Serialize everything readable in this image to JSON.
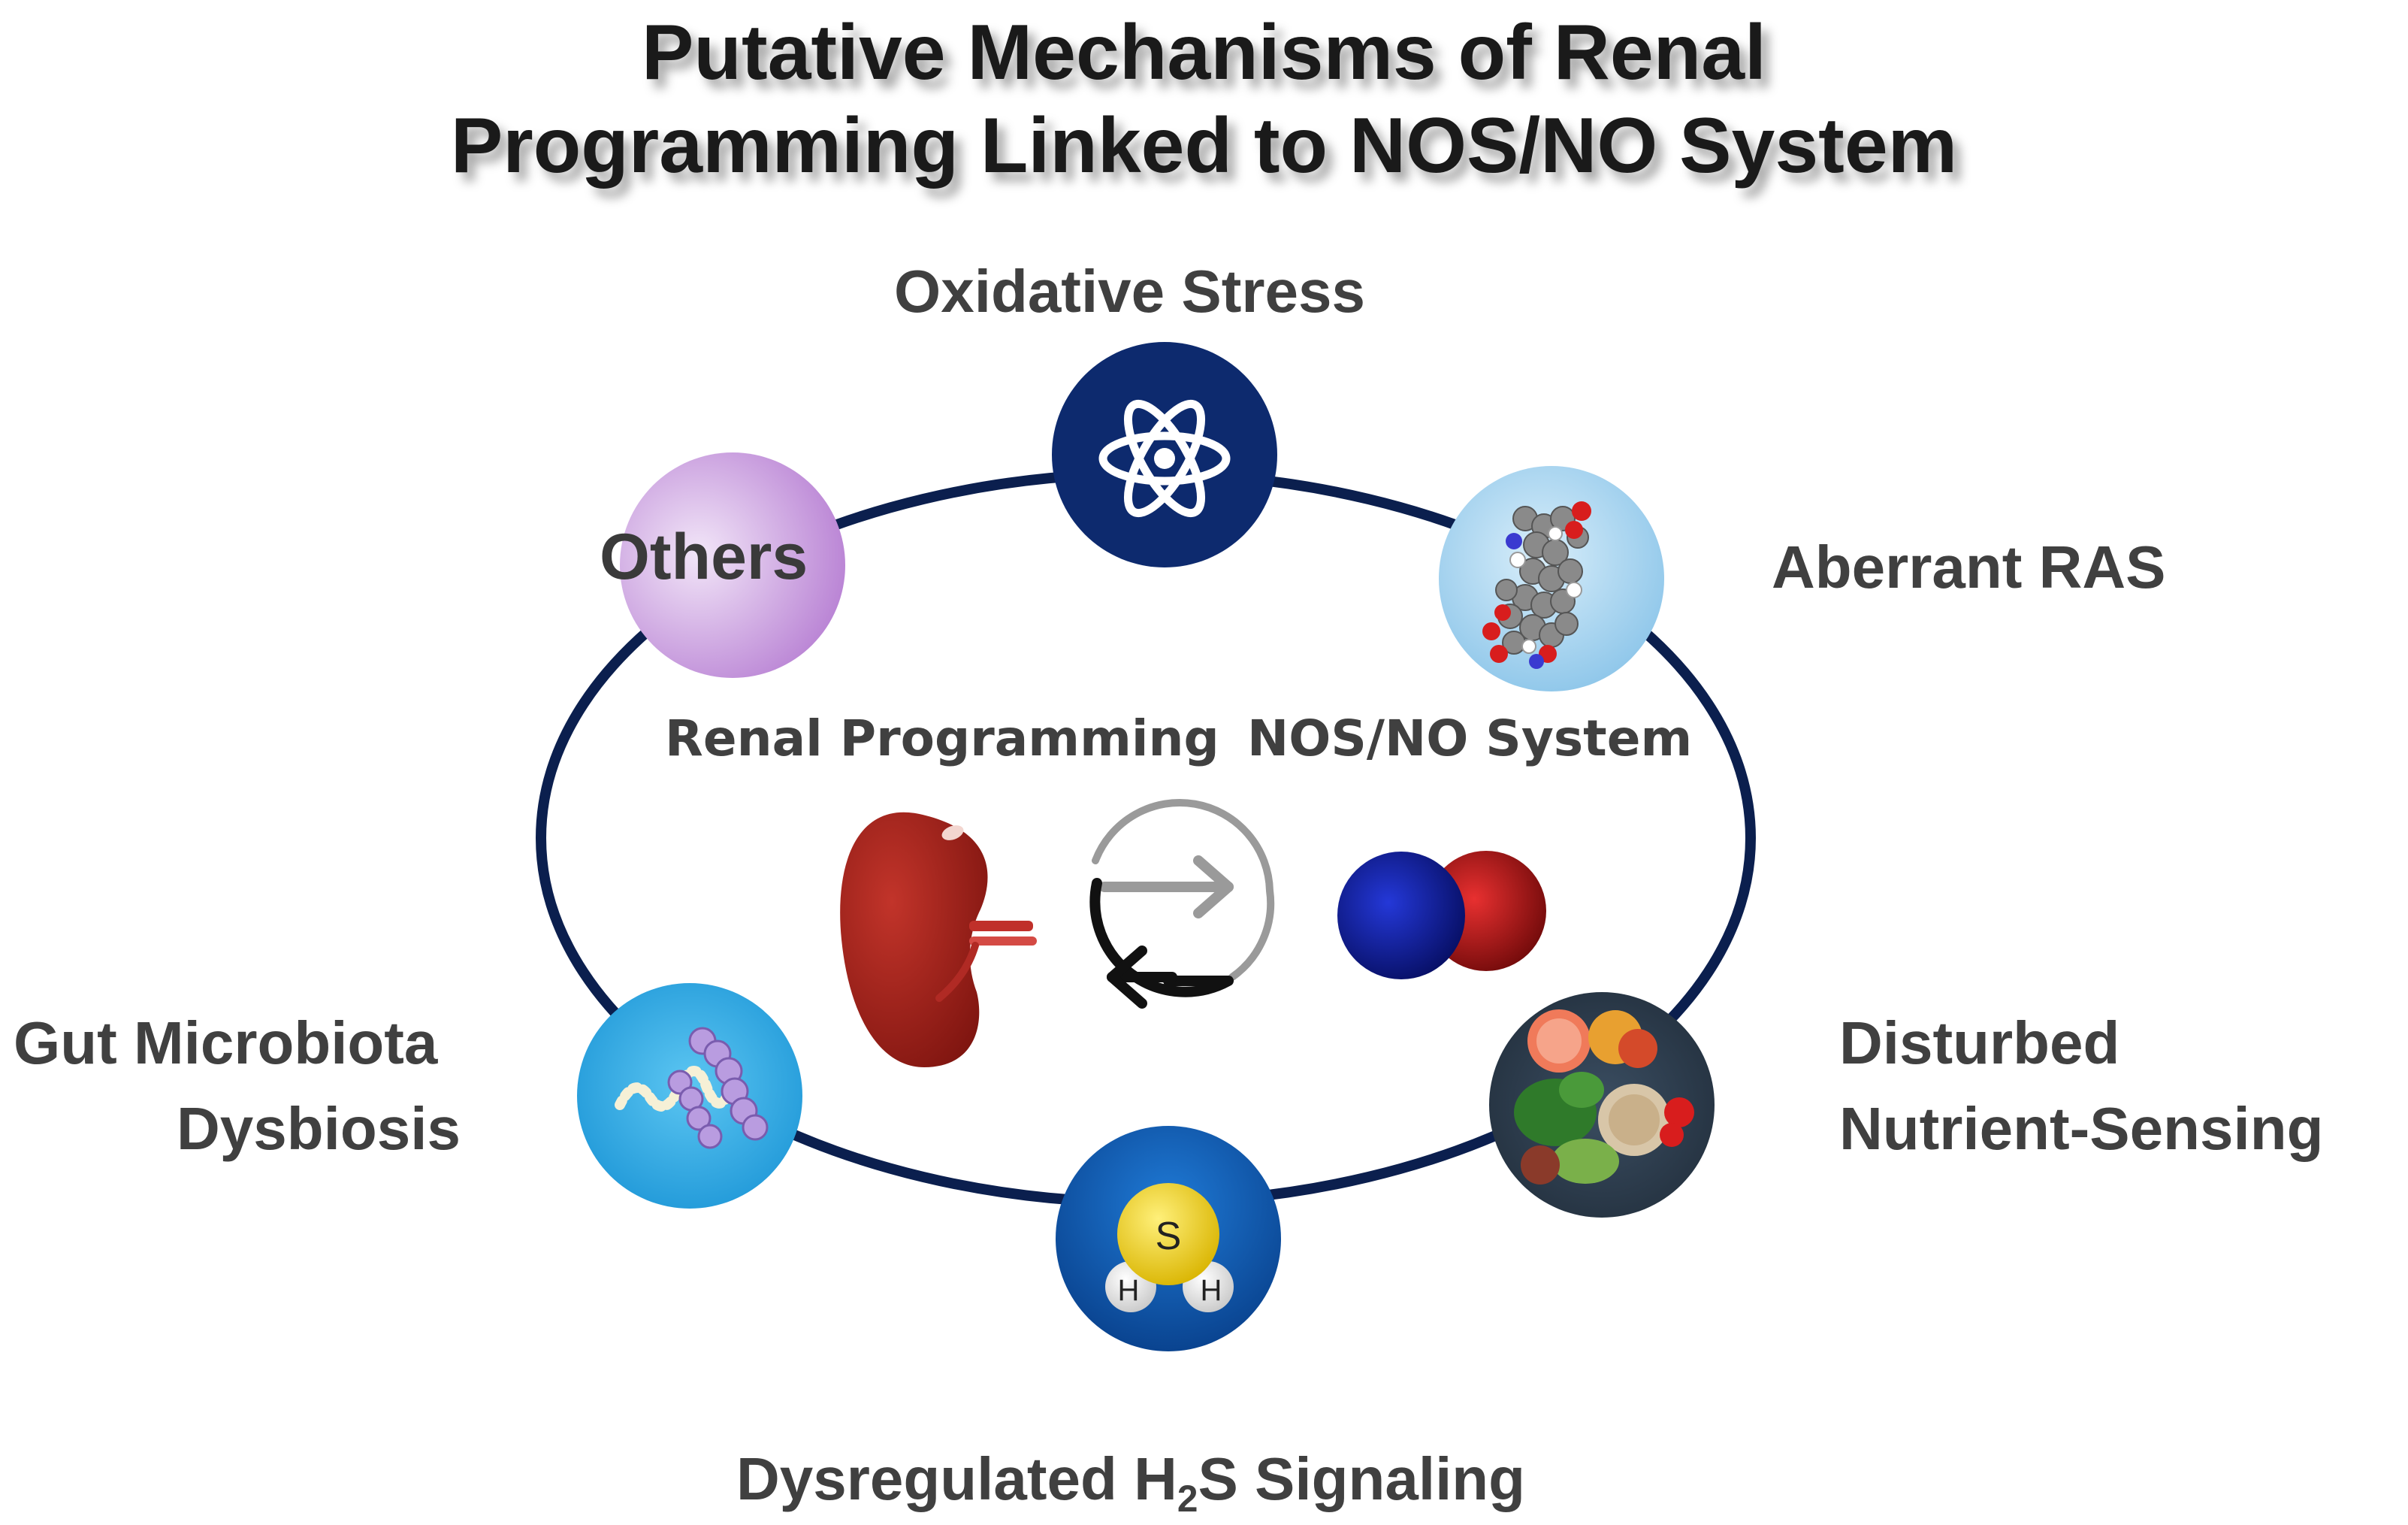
{
  "title": {
    "line1": "Putative Mechanisms of Renal",
    "line2": "Programming Linked to NOS/NO System"
  },
  "mechanisms": {
    "oxidative_stress": "Oxidative Stress",
    "aberrant_ras": "Aberrant RAS",
    "others": "Others",
    "gut_line1": "Gut Microbiota",
    "gut_line2": "Dysbiosis",
    "nutrient_line1": "Disturbed",
    "nutrient_line2": "Nutrient-Sensing",
    "h2s_prefix": "Dysregulated H",
    "h2s_sub": "2",
    "h2s_suffix": "S Signaling"
  },
  "center": {
    "renal_programming": "Renal Programming",
    "nos_no_system": "NOS/NO System"
  },
  "icons": {
    "h2s_center": "S",
    "h2s_left": "H",
    "h2s_right": "H"
  },
  "colors": {
    "ring": "#0b1f4e",
    "oxidative": "#0d2a6e",
    "ras": "#9fd0ee",
    "others": "#cfa8e0",
    "gut": "#2aa9e8",
    "h2s": "#0b52a8",
    "nutrient": "#2b3a4a",
    "kidney": "#9e1b14",
    "no_blue": "#0a1aa8",
    "no_red": "#c21616"
  }
}
